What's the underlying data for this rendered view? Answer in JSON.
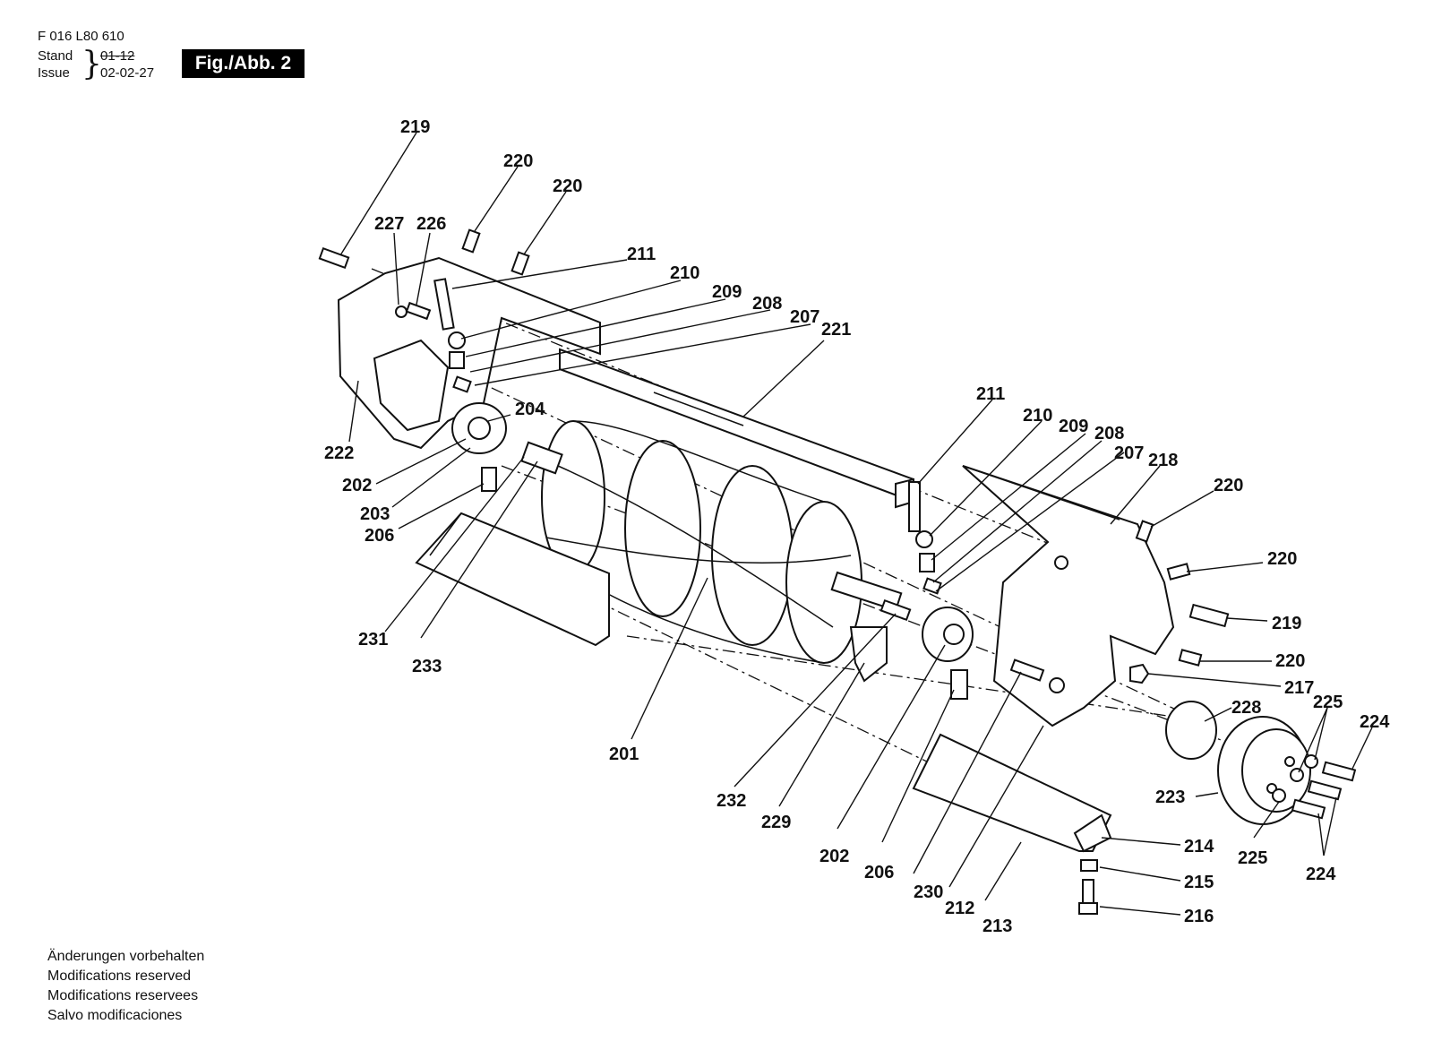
{
  "header": {
    "doc_number": "F 016 L80 610",
    "stand_label": "Stand",
    "issue_label": "Issue",
    "stand_value": "01-12",
    "issue_value": "02-02-27",
    "figure_label": "Fig./Abb. 2"
  },
  "notes": [
    "Änderungen vorbehalten",
    "Modifications reserved",
    "Modifications reservees",
    "Salvo modificaciones"
  ],
  "part_numbers": {
    "p219a": "219",
    "p220a": "220",
    "p220b": "220",
    "p227": "227",
    "p226": "226",
    "p211a": "211",
    "p210a": "210",
    "p209a": "209",
    "p208a": "208",
    "p207a": "207",
    "p221": "221",
    "p204": "204",
    "p222": "222",
    "p202a": "202",
    "p203": "203",
    "p206a": "206",
    "p231": "231",
    "p233": "233",
    "p201": "201",
    "p232": "232",
    "p229": "229",
    "p202b": "202",
    "p206b": "206",
    "p230": "230",
    "p212": "212",
    "p213": "213",
    "p211b": "211",
    "p210b": "210",
    "p209b": "209",
    "p208b": "208",
    "p207b": "207",
    "p218": "218",
    "p220c": "220",
    "p220d": "220",
    "p219b": "219",
    "p220e": "220",
    "p217": "217",
    "p228": "228",
    "p225a": "225",
    "p224a": "224",
    "p223": "223",
    "p225b": "225",
    "p224b": "224",
    "p214": "214",
    "p215": "215",
    "p216": "216"
  }
}
